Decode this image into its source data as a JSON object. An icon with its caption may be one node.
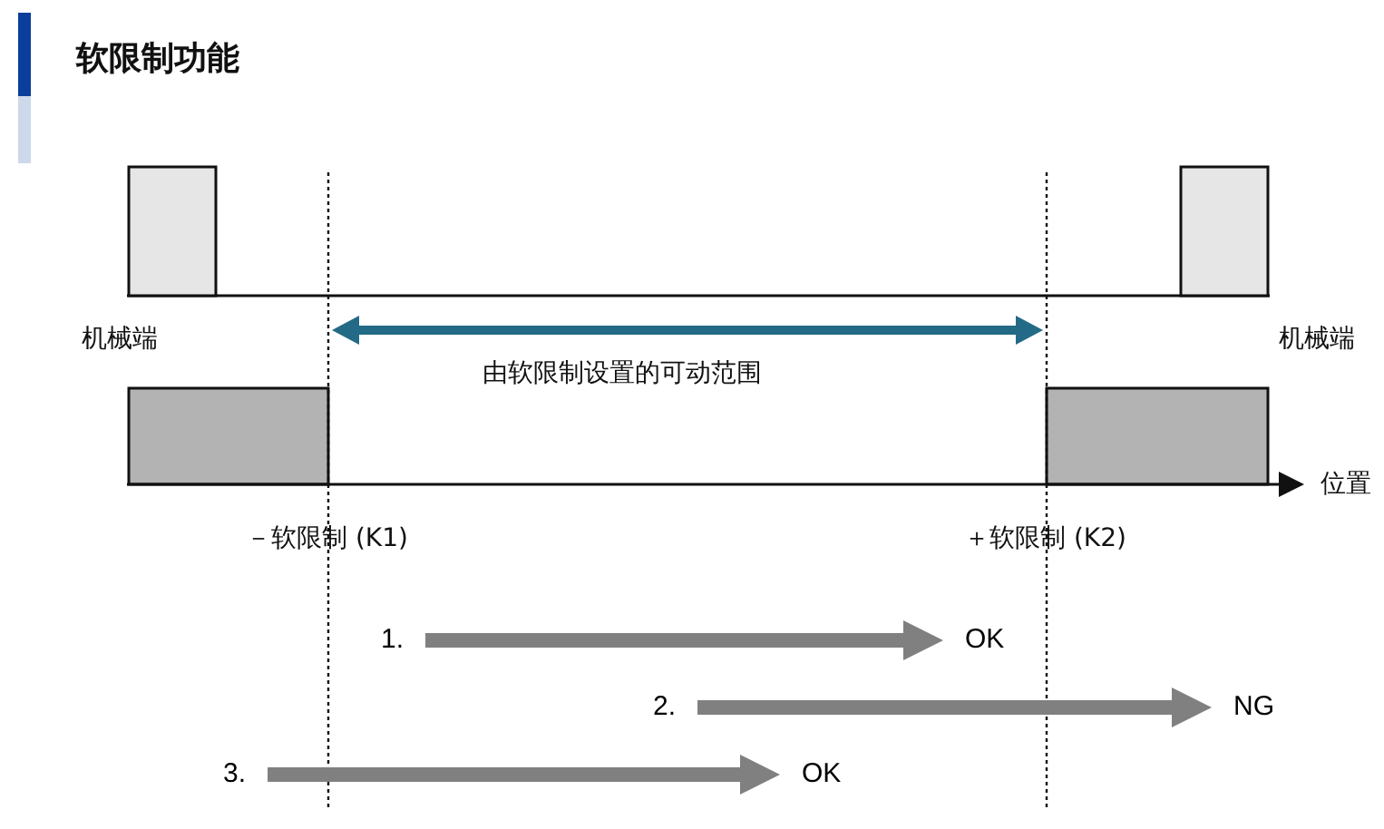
{
  "diagram": {
    "title": "软限制功能",
    "nodes": [
      {
        "text": [
          "1."
        ]
      },
      {
        "text": [
          "OK"
        ]
      },
      {
        "text": [
          "2."
        ]
      },
      {
        "text": [
          "NG"
        ]
      },
      {
        "text": [
          "3."
        ]
      },
      {
        "text": [
          "OK"
        ]
      }
    ],
    "edges": [
      {
        "from": 0,
        "to": 1,
        "arrow": "to"
      },
      {
        "from": 2,
        "to": 3,
        "arrow": "to"
      },
      {
        "from": 4,
        "to": 5,
        "arrow": "to"
      }
    ],
    "labels": [
      "机械端",
      "机械端",
      "由软限制设置的可动范围",
      "位置",
      "－软限制 (K1)",
      "＋软限制 (K2)"
    ]
  }
}
